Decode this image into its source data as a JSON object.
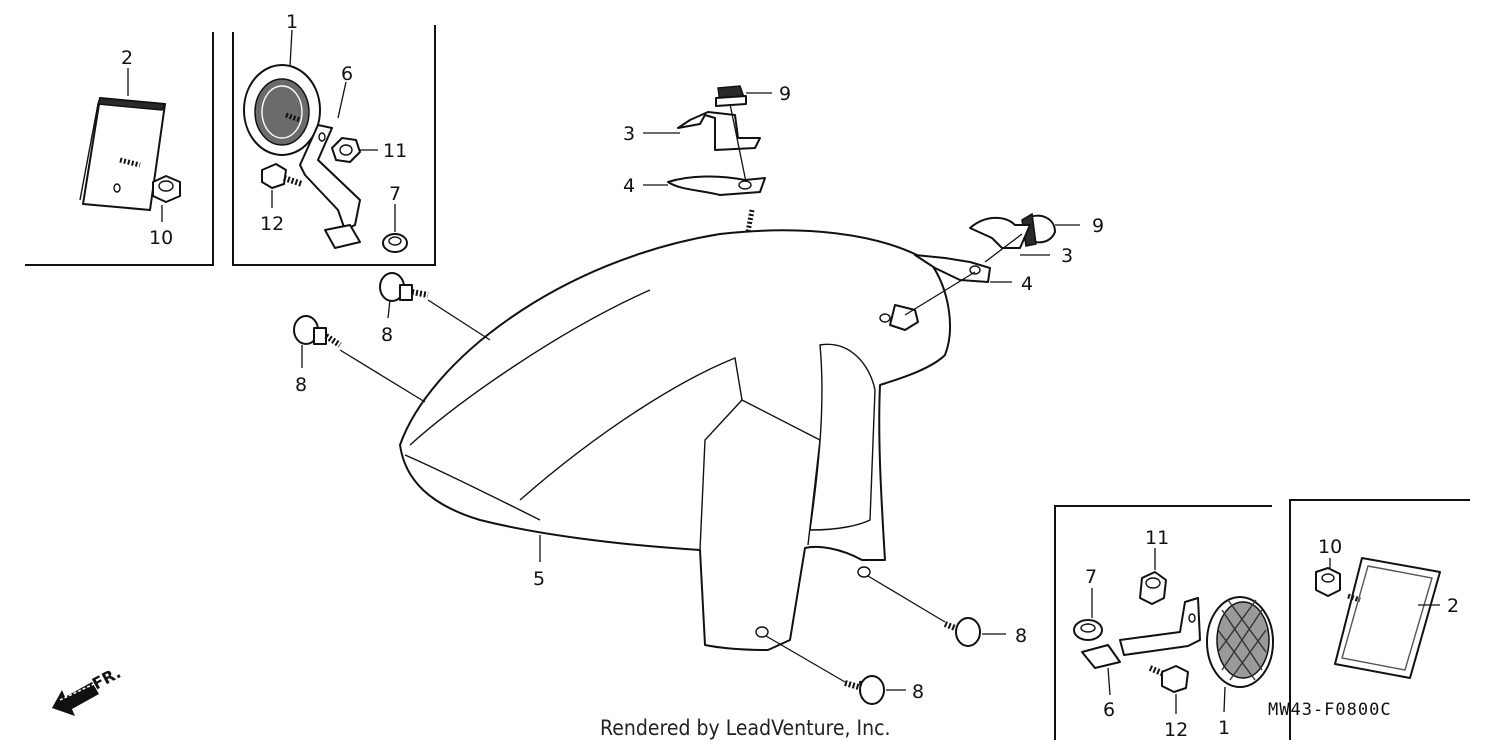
{
  "diagram": {
    "code": "MW43-F0800C",
    "credit": "Rendered by LeadVenture, Inc.",
    "direction_label": "FR.",
    "callouts": {
      "tl_2": "2",
      "tl_10": "10",
      "tm_1": "1",
      "tm_6": "6",
      "tm_11": "11",
      "tm_12": "12",
      "tm_7": "7",
      "c_9a": "9",
      "c_3a": "3",
      "c_4a": "4",
      "c_9b": "9",
      "c_3b": "3",
      "c_4b": "4",
      "c_8a": "8",
      "c_8b": "8",
      "c_5": "5",
      "c_8c": "8",
      "c_8d": "8",
      "br_11": "11",
      "br_7": "7",
      "br_6": "6",
      "br_12": "12",
      "br_1": "1",
      "br_10": "10",
      "br_2": "2"
    }
  }
}
